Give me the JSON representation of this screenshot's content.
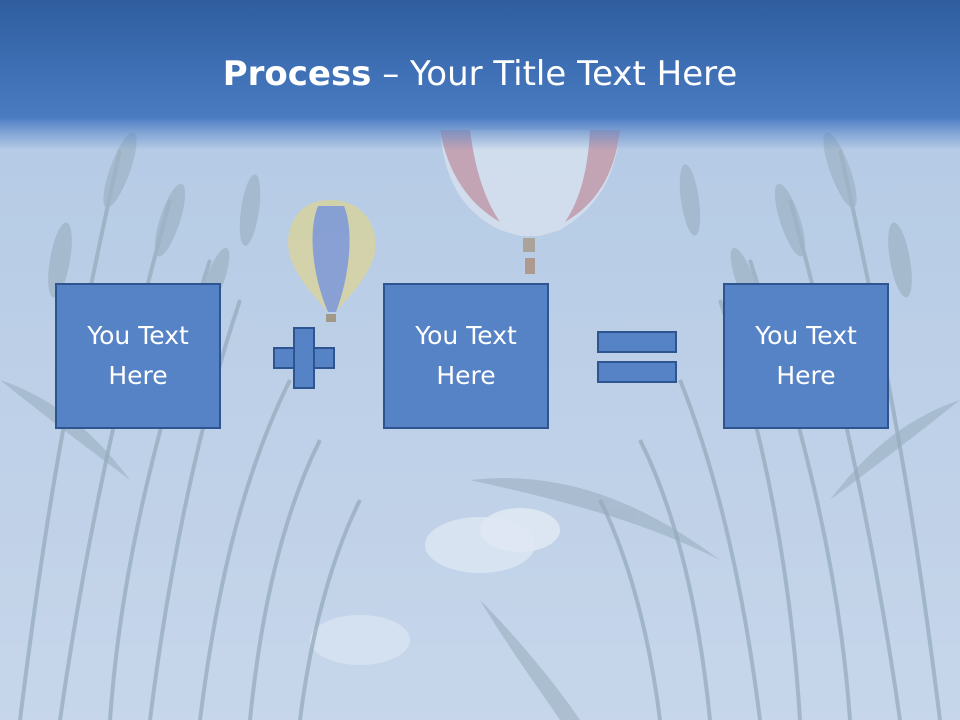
{
  "slide": {
    "title_bold": "Process",
    "title_rest": " – Your Title Text Here",
    "boxes": [
      {
        "text": "You Text Here"
      },
      {
        "text": "You Text Here"
      },
      {
        "text": "You Text Here"
      }
    ],
    "operators": [
      "plus",
      "equals"
    ]
  },
  "colors": {
    "header": "#3e6fb4",
    "box_fill": "#5583c6",
    "box_border": "#2f5591",
    "text": "#ffffff"
  }
}
